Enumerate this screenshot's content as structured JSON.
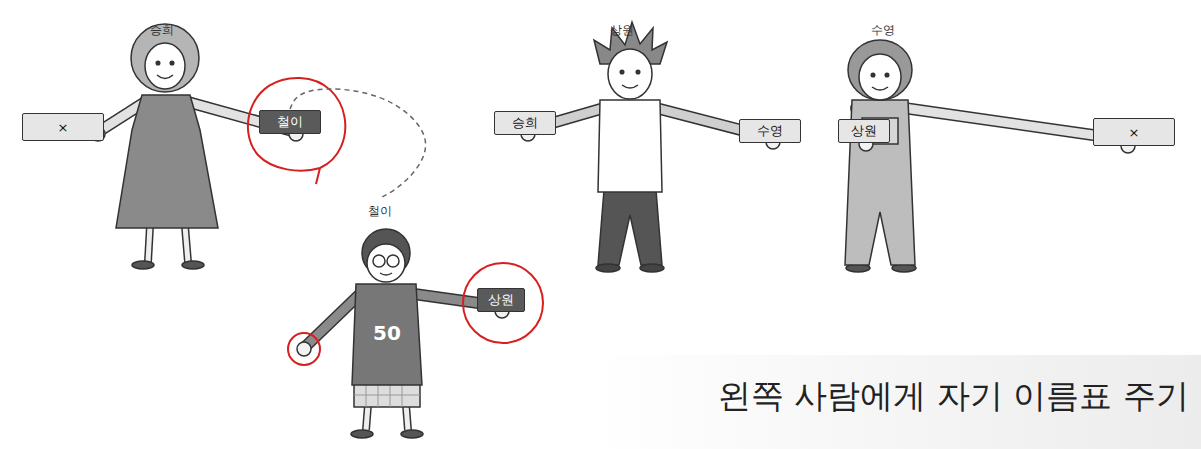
{
  "diagram": {
    "caption": "왼쪽 사람에게 자기 이름표 주기",
    "nodes": [
      {
        "text": [
          "승희"
        ]
      },
      {
        "text": [
          "×"
        ]
      },
      {
        "text": [
          "철이"
        ]
      },
      {
        "text": [
          "상원"
        ]
      },
      {
        "text": [
          "승희"
        ]
      },
      {
        "text": [
          "수영"
        ]
      },
      {
        "text": [
          "수영"
        ]
      },
      {
        "text": [
          "상원"
        ]
      },
      {
        "text": [
          "×"
        ]
      },
      {
        "text": [
          "철이"
        ]
      },
      {
        "text": [
          "상원"
        ]
      }
    ],
    "edges": [
      {
        "from": 2,
        "to": 9,
        "arrow": "none"
      }
    ],
    "labels": [
      "50"
    ]
  }
}
